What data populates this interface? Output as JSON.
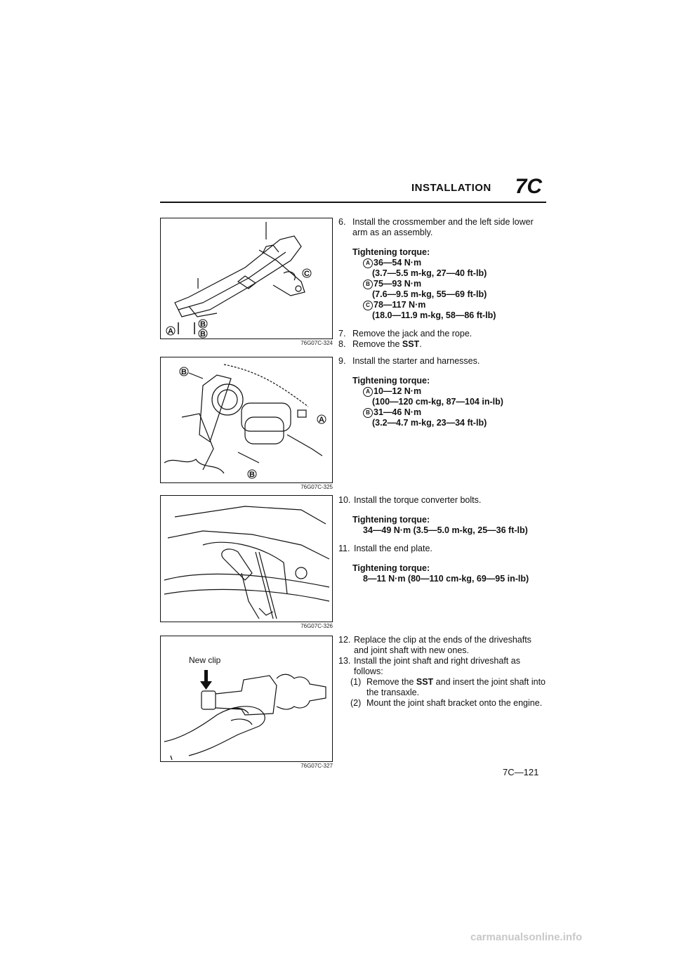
{
  "header": {
    "section": "INSTALLATION",
    "chapter": "7C"
  },
  "figures": [
    {
      "code": "76G07C-324",
      "labels": [
        "A",
        "B",
        "B",
        "C"
      ]
    },
    {
      "code": "76G07C-325",
      "labels": [
        "B",
        "A",
        "B"
      ]
    },
    {
      "code": "76G07C-326"
    },
    {
      "code": "76G07C-327",
      "callout": "New clip"
    }
  ],
  "steps": {
    "s6": {
      "num": "6.",
      "text": "Install the crossmember and the left side lower arm as an assembly."
    },
    "s6_torque": {
      "label": "Tightening torque:",
      "items": [
        {
          "mark": "A",
          "value": "36—54 N·m",
          "detail": "(3.7—5.5 m-kg, 27—40 ft-lb)"
        },
        {
          "mark": "B",
          "value": "75—93 N·m",
          "detail": "(7.6—9.5 m-kg, 55—69 ft-lb)"
        },
        {
          "mark": "C",
          "value": "78—117 N·m",
          "detail": "(18.0—11.9 m-kg, 58—86 ft-lb)"
        }
      ]
    },
    "s7": {
      "num": "7.",
      "text": "Remove the jack and the rope."
    },
    "s8": {
      "num": "8.",
      "text": "Remove the ",
      "bold": "SST",
      "end": "."
    },
    "s9": {
      "num": "9.",
      "text": "Install the starter and harnesses."
    },
    "s9_torque": {
      "label": "Tightening torque:",
      "items": [
        {
          "mark": "A",
          "value": "10—12 N·m",
          "detail": "(100—120 cm-kg, 87—104 in-lb)"
        },
        {
          "mark": "B",
          "value": "31—46 N·m",
          "detail": "(3.2—4.7 m-kg, 23—34 ft-lb)"
        }
      ]
    },
    "s10": {
      "num": "10.",
      "text": "Install the torque converter bolts."
    },
    "s10_torque": {
      "label": "Tightening torque:",
      "value": "34—49 N·m (3.5—5.0 m-kg, 25—36 ft-lb)"
    },
    "s11": {
      "num": "11.",
      "text": "Install the end plate."
    },
    "s11_torque": {
      "label": "Tightening torque:",
      "value": "8—11 N·m (80—110 cm-kg, 69—95 in-lb)"
    },
    "s12": {
      "num": "12.",
      "text": "Replace the clip at the ends of the driveshafts and joint shaft with new ones."
    },
    "s13": {
      "num": "13.",
      "text": "Install the joint shaft and right driveshaft as follows:"
    },
    "s13_1": {
      "num": "(1)",
      "pre": "Remove the ",
      "bold": "SST",
      "post": " and insert the joint shaft into the transaxle."
    },
    "s13_2": {
      "num": "(2)",
      "text": "Mount the joint shaft bracket onto the engine."
    }
  },
  "page_number": "7C—121",
  "watermark": "carmanualsonline.info"
}
